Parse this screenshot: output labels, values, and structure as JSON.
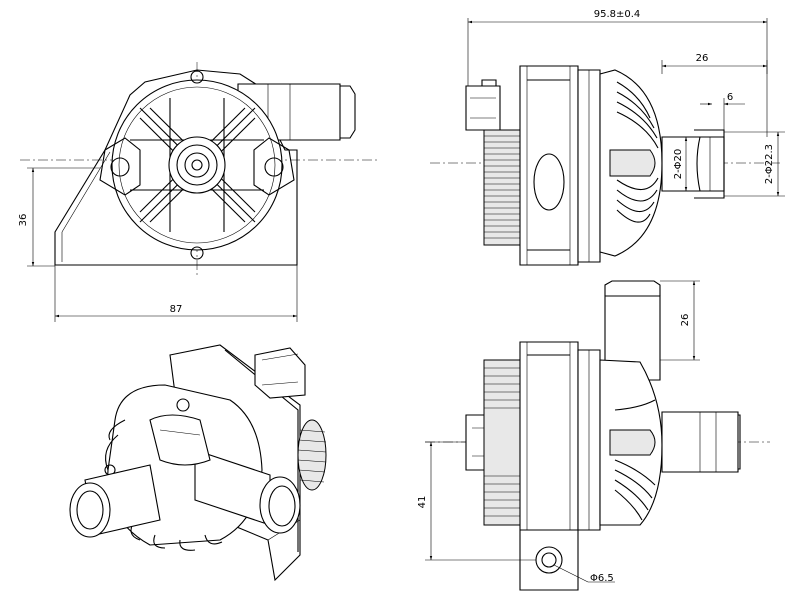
{
  "drawing": {
    "dimensions": {
      "overall_length": "95.8±0.4",
      "outlet_offset": "26",
      "barb_width": "6",
      "hose_inner": "2-Φ20",
      "hose_outer": "2-Φ22.3",
      "mount_height": "36",
      "bracket_width": "87",
      "inlet_length": "26",
      "hole_offset": "41",
      "mount_hole": "Φ6.5"
    }
  }
}
